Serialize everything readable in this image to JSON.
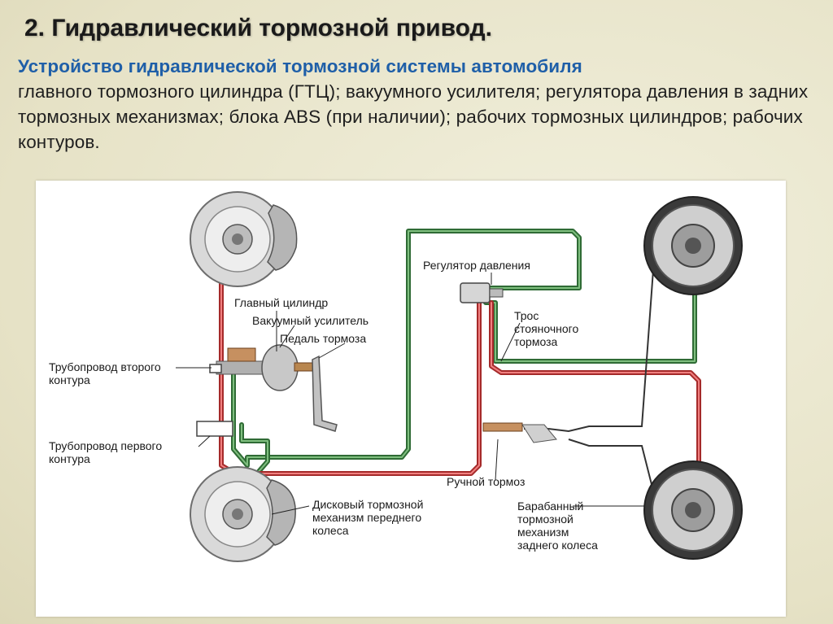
{
  "slide": {
    "title": "2. Гидравлический тормозной привод.",
    "intro_lead": "Устройство гидравлической тормозной системы автомобиля",
    "intro_body": "главного тормозного цилиндра (ГТЦ); вакуумного усилителя; регулятора давления в задних тормозных механизмах; блока ABS (при наличии); рабочих тормозных цилиндров; рабочих контуров."
  },
  "diagram": {
    "labels": {
      "pressure_regulator": "Регулятор давления",
      "master_cylinder": "Главный цилиндр",
      "vacuum_booster": "Вакуумный усилитель",
      "brake_pedal": "Педаль тормоза",
      "second_circuit_line": "Трубопровод второго\nконтура",
      "first_circuit_line": "Трубопровод первого\nконтура",
      "parking_cable": "Трос\nстояночного\nтормоза",
      "hand_brake": "Ручной тормоз",
      "front_disc_mechanism": "Дисковый тормозной\nмеханизм переднего\nколеса",
      "rear_drum_mechanism": "Барабанный\nтормозной\nмеханизм\nзаднего колеса"
    },
    "colors": {
      "circuit_red": "#d8403e",
      "circuit_green": "#2f6b35",
      "component_gray": "#9a9a9a"
    }
  }
}
